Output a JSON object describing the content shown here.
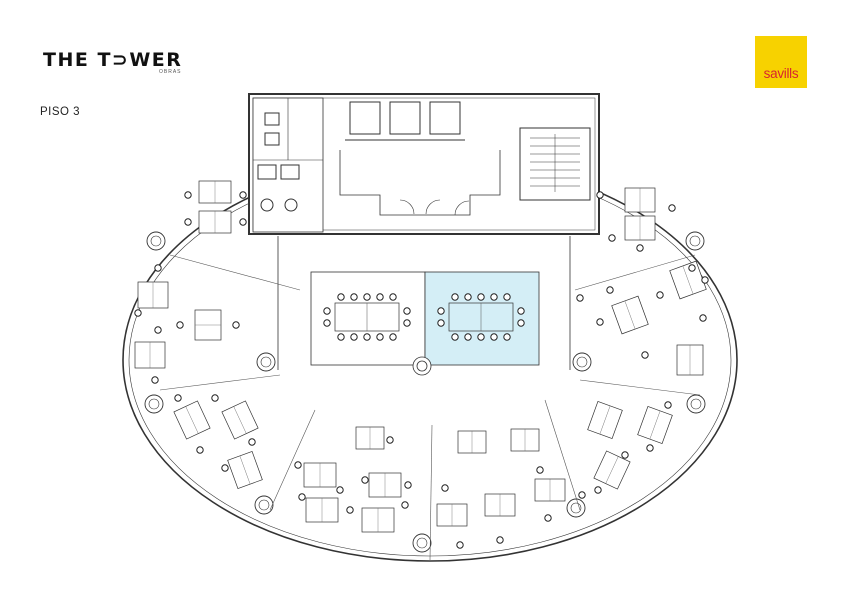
{
  "brand": {
    "title": "THE T⊃WER",
    "subtitle": "OBRAS"
  },
  "floor_label": "PISO 3",
  "logo": {
    "text": "savills",
    "background": "#f7d200",
    "text_color": "#d8262e"
  },
  "colors": {
    "highlight_room": "#d4eef6",
    "lines": "#333333",
    "core_fill": "#ffffff"
  }
}
